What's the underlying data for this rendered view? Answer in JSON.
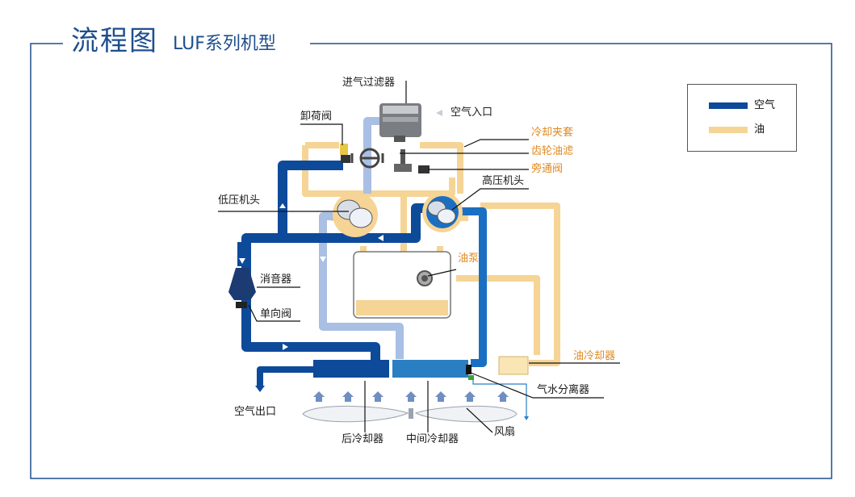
{
  "title": {
    "main": "流程图",
    "sub": "LUF系列机型"
  },
  "legend": {
    "items": [
      {
        "label": "空气",
        "color": "#0d4a9a"
      },
      {
        "label": "油",
        "color": "#f5d495"
      }
    ]
  },
  "colors": {
    "frame": "#1e4f8e",
    "air": "#0d4a9a",
    "air_light": "#a9bfe3",
    "air_mid": "#1b6fc2",
    "oil": "#f5d495",
    "label_orange": "#e0891f"
  },
  "labels": {
    "intake_filter": "进气过滤器",
    "air_inlet": "空气入口",
    "unload_valve": "卸荷阀",
    "cooling_jacket": "冷却夹套",
    "gear_oil_filter": "齿轮油滤",
    "bypass_valve": "旁通阀",
    "high_pressure_stage": "高压机头",
    "low_pressure_stage": "低压机头",
    "oil_pump": "油泵",
    "silencer": "消音器",
    "check_valve": "单向阀",
    "oil_cooler": "油冷却器",
    "water_separator": "气水分离器",
    "air_outlet": "空气出口",
    "aftercooler": "后冷却器",
    "intercooler": "中间冷却器",
    "fan": "风扇"
  }
}
